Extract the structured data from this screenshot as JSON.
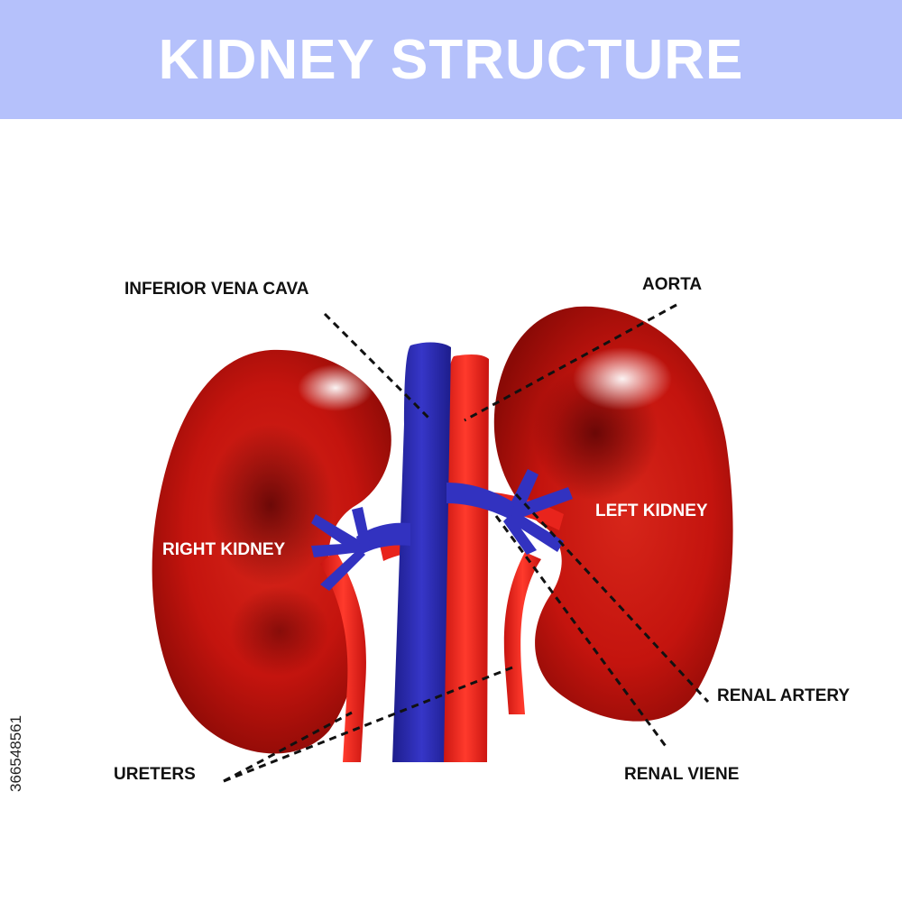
{
  "title": "KIDNEY STRUCTURE",
  "labels": {
    "inferior_vena_cava": "INFERIOR VENA CAVA",
    "aorta": "AORTA",
    "right_kidney": "RIGHT KIDNEY",
    "left_kidney": "LEFT KIDNEY",
    "renal_artery": "RENAL ARTERY",
    "ureters": "URETERS",
    "renal_viene": "RENAL VIENE"
  },
  "stock_id": "366548561",
  "colors": {
    "banner": "#b5c1fb",
    "kidney": "#c8150f",
    "kidney_dark": "#6e0606",
    "vein": "#2f2fb8",
    "artery": "#e8241c"
  }
}
